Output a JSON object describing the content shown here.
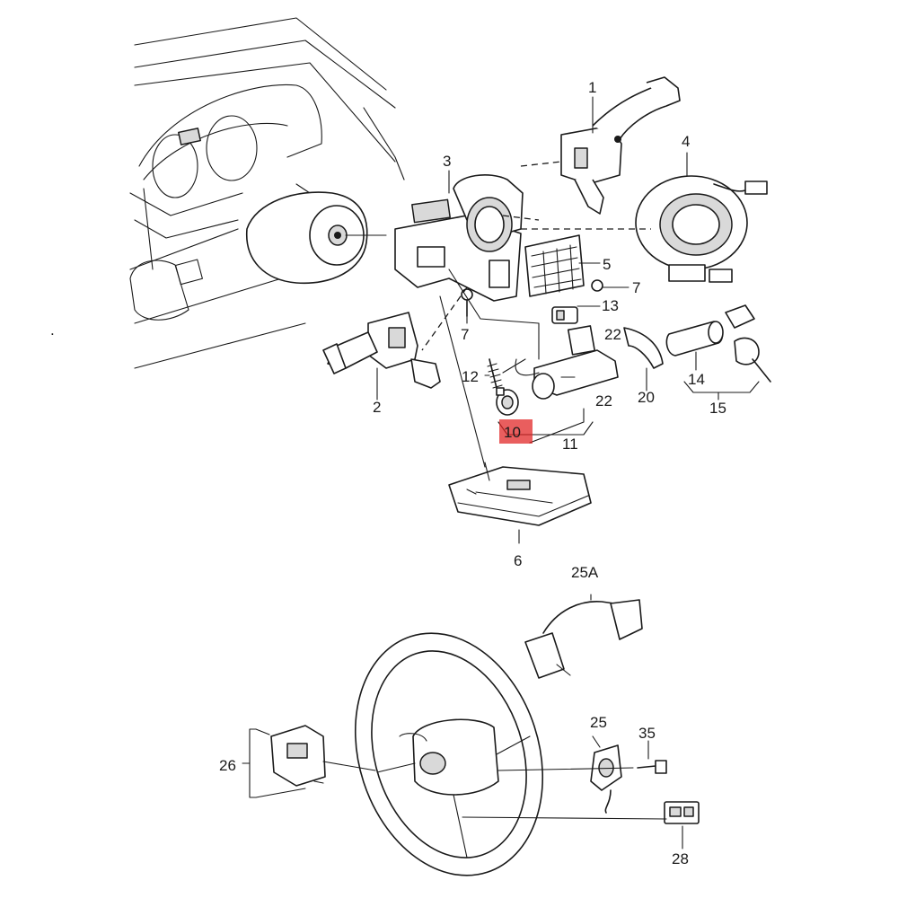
{
  "diagram": {
    "highlight_color": "#e02020",
    "highlighted_part": "10",
    "labels": {
      "l1": "1",
      "l2": "2",
      "l3": "3",
      "l4": "4",
      "l5": "5",
      "l6": "6",
      "l7a": "7",
      "l7b": "7",
      "l10": "10",
      "l11": "11",
      "l12": "12",
      "l13": "13",
      "l14": "14",
      "l15": "15",
      "l20": "20",
      "l22a": "22",
      "l22b": "22",
      "l25": "25",
      "l25a": "25A",
      "l26": "26",
      "l28": "28",
      "l35": "35"
    },
    "stray_mark": "."
  }
}
